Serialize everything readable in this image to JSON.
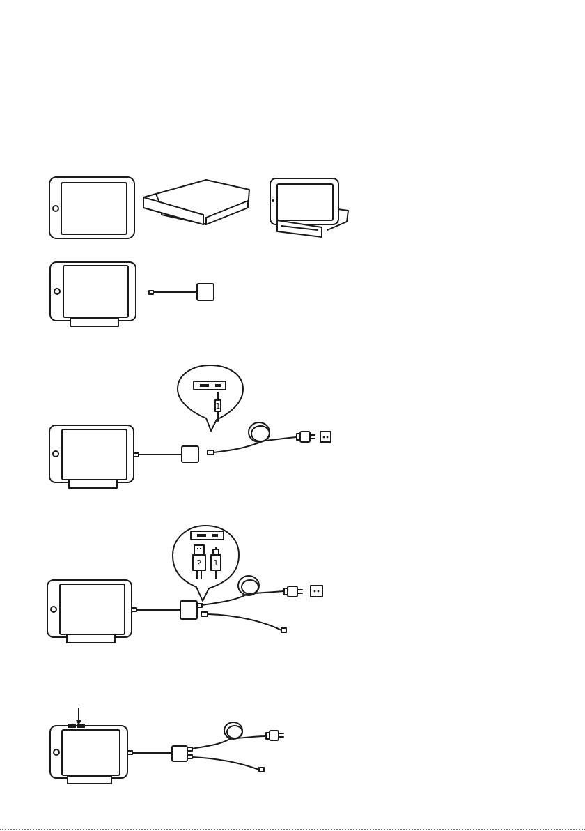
{
  "figures": {
    "fig_step2": {
      "callout_port_labels": [
        "1"
      ]
    },
    "fig_step3": {
      "callout_port_labels": [
        "2",
        "1"
      ]
    }
  }
}
